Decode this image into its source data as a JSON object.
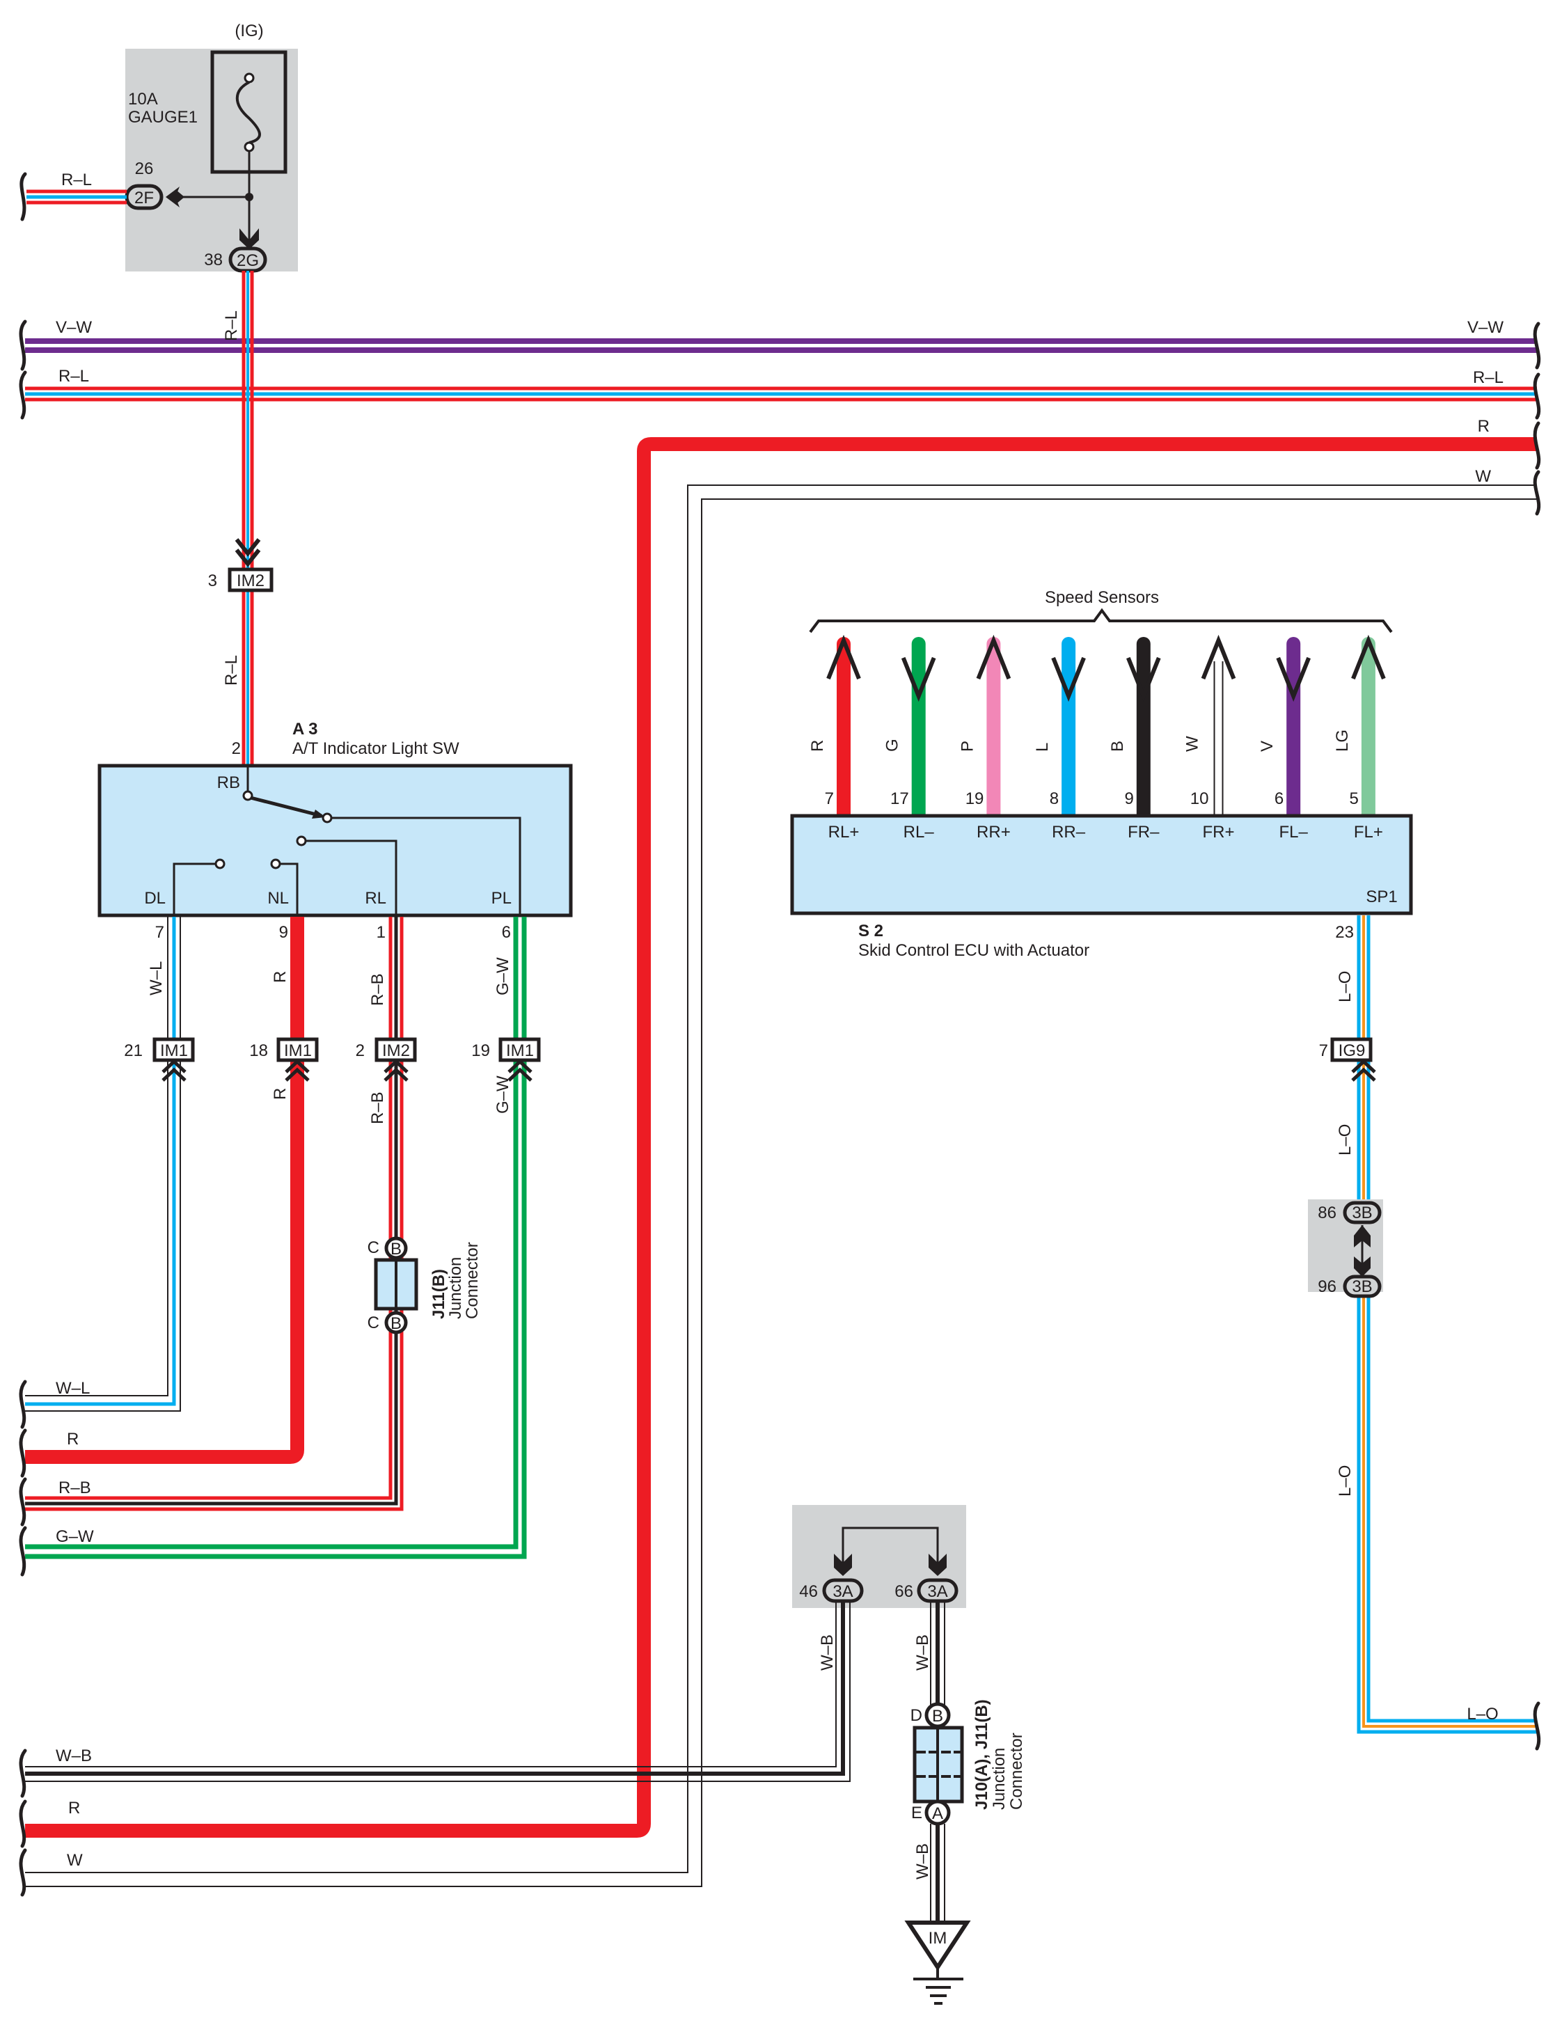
{
  "colors": {
    "red": "#ed1c24",
    "blue": "#00aeef",
    "violet": "#6d2c8e",
    "green": "#00a650",
    "pink": "#f287b7",
    "black": "#231f20",
    "orange": "#f7941d",
    "light_green": "#80c99b",
    "component_fill": "#c7e7f9",
    "gray_box": "#d1d3d4"
  },
  "fuse": {
    "source": "(IG)",
    "rating": "10A",
    "name": "GAUGE1",
    "conn_2f": {
      "pin": "26",
      "label": "2F"
    },
    "conn_2g": {
      "pin": "38",
      "label": "2G"
    }
  },
  "left_wires_top": [
    {
      "label": "R–L"
    }
  ],
  "bus_wires": [
    {
      "label_left": "V–W",
      "label_right": "V–W"
    },
    {
      "label_left": "R–L",
      "label_right": "R–L"
    },
    {
      "label_right": "R"
    },
    {
      "label_right": "W"
    }
  ],
  "vertical_labels": {
    "rl_upper": "R–L",
    "rl_lower": "R–L"
  },
  "im2_top": {
    "pin": "3",
    "label": "IM2"
  },
  "a3": {
    "id": "A 3",
    "name": "A/T Indicator Light SW",
    "input_pin": "2",
    "terminals": [
      "RB",
      "DL",
      "NL",
      "RL",
      "PL"
    ],
    "outputs": [
      {
        "term": "DL",
        "pin": "7",
        "wire": "W–L",
        "conn_pin": "21",
        "conn": "IM1",
        "wire_below": ""
      },
      {
        "term": "NL",
        "pin": "9",
        "wire": "R",
        "conn_pin": "18",
        "conn": "IM1",
        "wire_below": "R"
      },
      {
        "term": "RL",
        "pin": "1",
        "wire": "R–B",
        "conn_pin": "2",
        "conn": "IM2",
        "wire_below": "R–B"
      },
      {
        "term": "PL",
        "pin": "6",
        "wire": "G–W",
        "conn_pin": "19",
        "conn": "IM1",
        "wire_below": "G–W"
      }
    ]
  },
  "j11b": {
    "pin_top": "C",
    "pin_bottom": "C",
    "label": "B",
    "title": "J11(B)",
    "subtitle1": "Junction",
    "subtitle2": "Connector"
  },
  "left_bottom_wires": [
    {
      "label": "W–L"
    },
    {
      "label": "R"
    },
    {
      "label": "R–B"
    },
    {
      "label": "G–W"
    }
  ],
  "speed_sensors": {
    "title": "Speed Sensors",
    "wires": [
      {
        "color_code": "R",
        "pin": "7",
        "term": "RL+",
        "dir": "up"
      },
      {
        "color_code": "G",
        "pin": "17",
        "term": "RL–",
        "dir": "down"
      },
      {
        "color_code": "P",
        "pin": "19",
        "term": "RR+",
        "dir": "up"
      },
      {
        "color_code": "L",
        "pin": "8",
        "term": "RR–",
        "dir": "down"
      },
      {
        "color_code": "B",
        "pin": "9",
        "term": "FR–",
        "dir": "down"
      },
      {
        "color_code": "W",
        "pin": "10",
        "term": "FR+",
        "dir": "up"
      },
      {
        "color_code": "V",
        "pin": "6",
        "term": "FL–",
        "dir": "down"
      },
      {
        "color_code": "LG",
        "pin": "5",
        "term": "FL+",
        "dir": "up"
      }
    ]
  },
  "s2": {
    "id": "S 2",
    "name": "Skid Control ECU with Actuator",
    "sp1_term": "SP1",
    "sp1_pin": "23",
    "wire": "L–O"
  },
  "ig9": {
    "pin": "7",
    "label": "IG9"
  },
  "conn_3b": {
    "pin_top": "86",
    "pin_bottom": "96",
    "label": "3B"
  },
  "lo_wire": {
    "label_v1": "L–O",
    "label_v2": "L–O",
    "label_v3": "L–O",
    "label_h": "L–O"
  },
  "conn_3a": {
    "pin_left": "46",
    "pin_right": "66",
    "label": "3A"
  },
  "j10": {
    "pin_top": "D",
    "label_top": "B",
    "pin_bottom": "E",
    "label_bottom": "A",
    "title": "J10(A), J11(B)",
    "subtitle1": "Junction",
    "subtitle2": "Connector"
  },
  "ground": {
    "label": "IM",
    "wire": "W–B"
  },
  "wb_labels": {
    "left_v": "W–B",
    "right_v": "W–B",
    "ground_v": "W–B"
  },
  "bottom_left_wires": [
    {
      "label": "W–B"
    },
    {
      "label": "R"
    },
    {
      "label": "W"
    }
  ]
}
